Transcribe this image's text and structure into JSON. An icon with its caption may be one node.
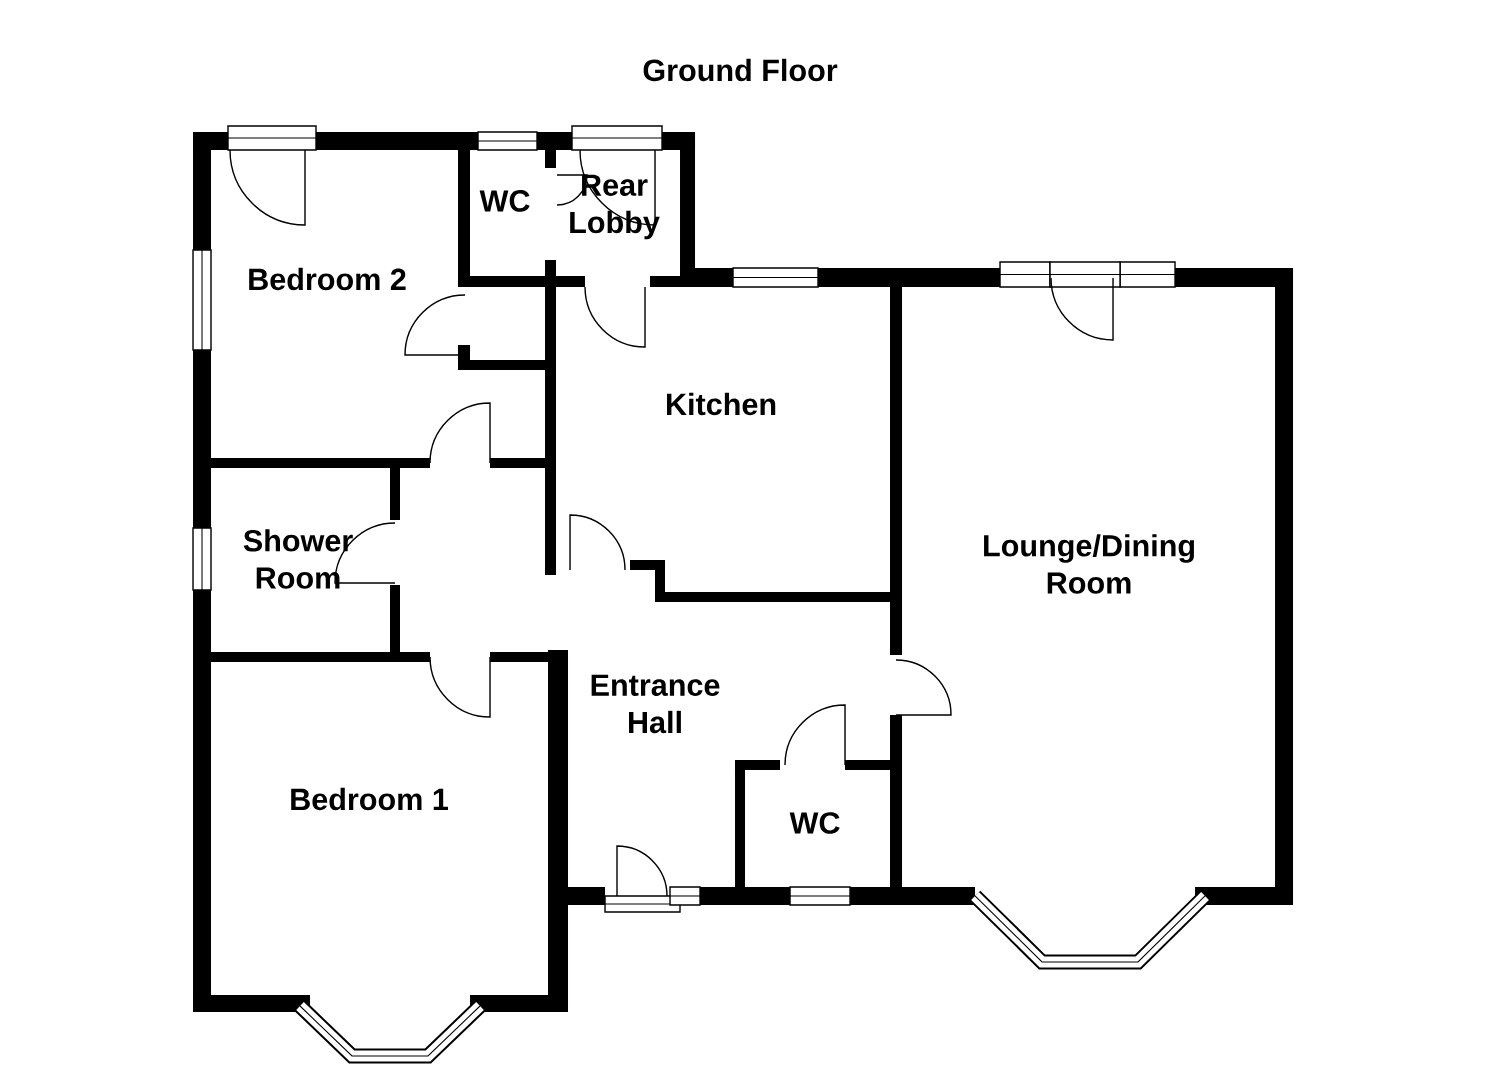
{
  "diagram": {
    "title": "Ground Floor",
    "labels": [
      "Bedroom 2",
      "WC",
      "Rear Lobby",
      "Kitchen",
      "Shower Room",
      "Lounge/Dining Room",
      "Entrance Hall",
      "Bedroom 1",
      "WC"
    ]
  }
}
